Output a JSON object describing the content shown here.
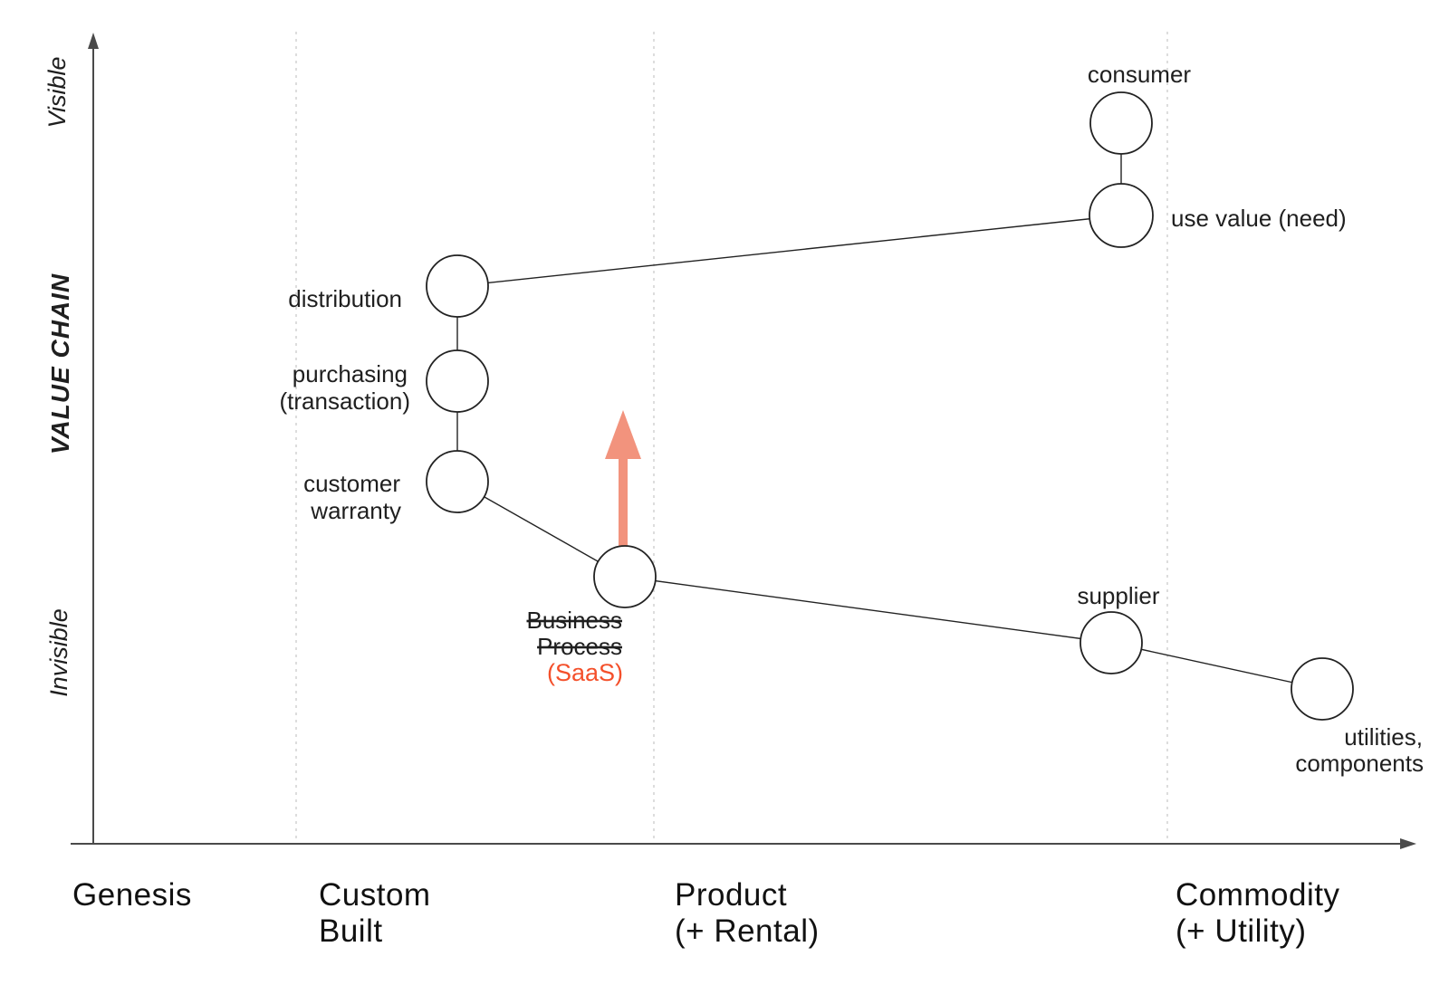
{
  "diagram_type": "wardley-map",
  "colors": {
    "evolution_arrow": "#F2937D",
    "saas_annotation": "#F4502B",
    "node_stroke": "#222222",
    "grid": "#D2D2D2",
    "text": "#1F1F1F"
  },
  "y_axis": {
    "title": "VALUE CHAIN",
    "top_label": "Visible",
    "bottom_label": "Invisible"
  },
  "x_axis": {
    "stages": [
      {
        "line1": "Genesis",
        "line2": ""
      },
      {
        "line1": "Custom",
        "line2": "Built"
      },
      {
        "line1": "Product",
        "line2": "(+ Rental)"
      },
      {
        "line1": "Commodity",
        "line2": "(+ Utility)"
      }
    ]
  },
  "nodes": {
    "consumer": {
      "label": "consumer"
    },
    "use_value": {
      "label": "use value (need)"
    },
    "distribution": {
      "label": "distribution"
    },
    "purchasing": {
      "label_line1": "purchasing",
      "label_line2": "(transaction)"
    },
    "customer_warranty": {
      "label_line1": "customer",
      "label_line2": "warranty"
    },
    "business_process": {
      "label_line1": "Business",
      "label_line2": "Process",
      "annotation": "(SaaS)"
    },
    "supplier": {
      "label": "supplier"
    },
    "utilities": {
      "label_line1": "utilities,",
      "label_line2": "components"
    }
  }
}
